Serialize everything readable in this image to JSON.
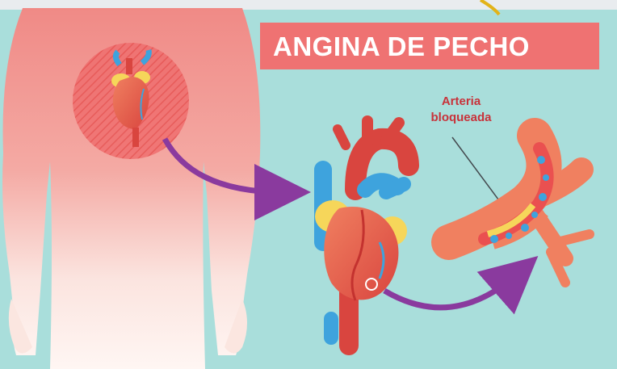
{
  "title": "ANGINA DE PECHO",
  "annotation": {
    "line1": "Arteria",
    "line2": "bloqueada"
  },
  "colors": {
    "background": "#a9dedb",
    "title_banner": "#ef7272",
    "title_text": "#ffffff",
    "annotation_text": "#c8323a",
    "body_skin": "#f0958f",
    "heart_red": "#d9453f",
    "vein_blue": "#3ea3dd",
    "fat_yellow": "#f6d65a",
    "arrow_purple": "#8a3a9e"
  }
}
